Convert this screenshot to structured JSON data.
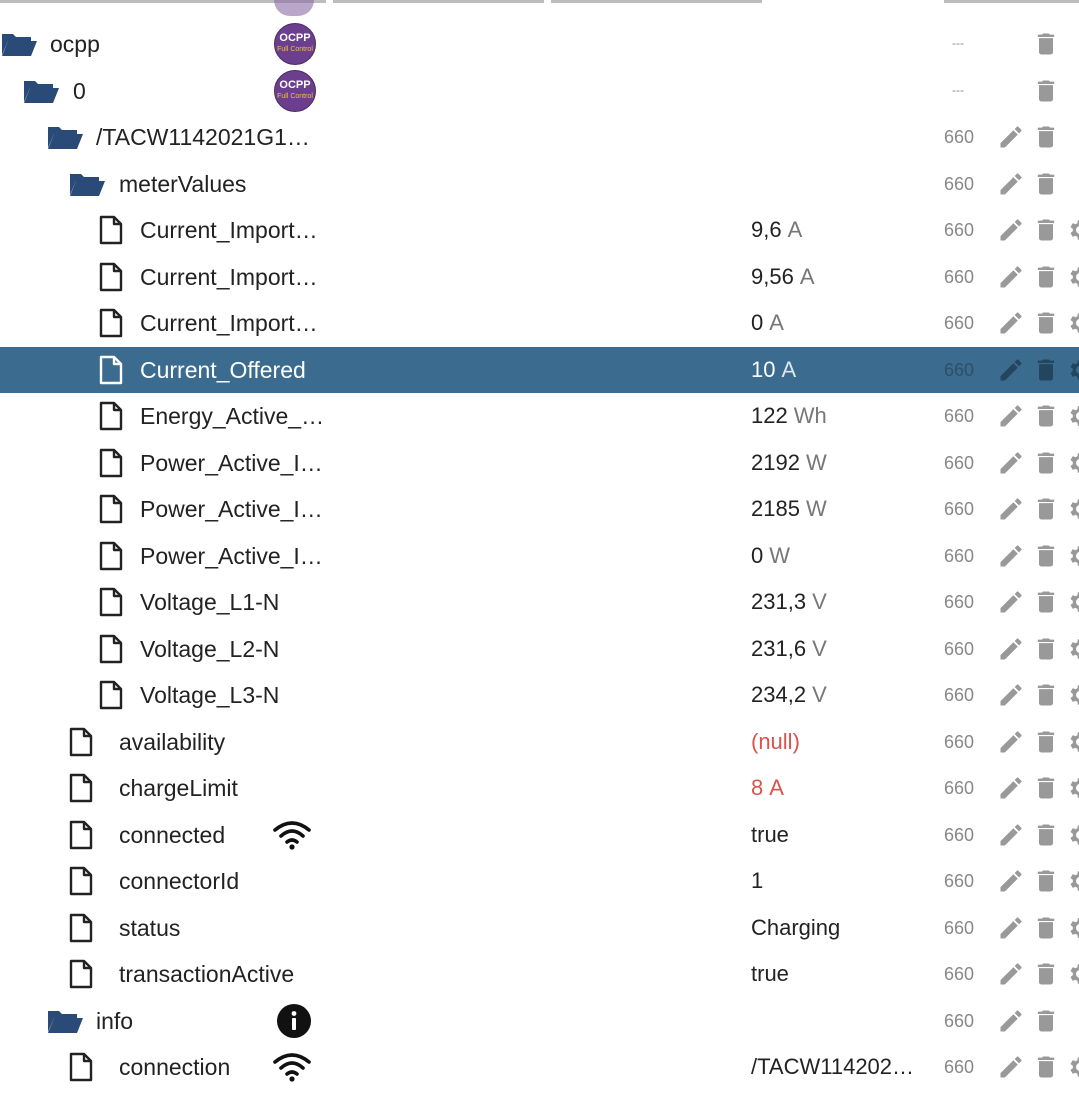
{
  "icons": {
    "folder": "folder-open-icon",
    "file": "file-icon",
    "logo": "ocpp-adapter-logo",
    "wifi": "wifi-icon",
    "info": "info-icon",
    "edit": "pencil-icon",
    "delete": "trash-icon",
    "settings": "gear-icon"
  },
  "colors": {
    "selected_bg": "#3b6b8e",
    "folder": "#2a4a77",
    "null_value": "#d9534f"
  },
  "rows": [
    {
      "name": "ocpp",
      "type": "folder",
      "level": 0,
      "acl": "---",
      "logo": true,
      "logo_text": "OCPP",
      "logo_sub": "Full Control"
    },
    {
      "name": "0",
      "type": "folder",
      "level": 1,
      "acl": "---",
      "logo": true,
      "logo_text": "OCPP",
      "logo_sub": "Full Control"
    },
    {
      "name": "/TACW1142021G1…",
      "type": "folder",
      "level": 2,
      "acl": "660"
    },
    {
      "name": "meterValues",
      "type": "folder",
      "level": 3,
      "acl": "660"
    },
    {
      "name": "Current_Import…",
      "type": "file",
      "level": 4,
      "value": "9,6",
      "unit": "A",
      "acl": "660"
    },
    {
      "name": "Current_Import…",
      "type": "file",
      "level": 4,
      "value": "9,56",
      "unit": "A",
      "acl": "660"
    },
    {
      "name": "Current_Import…",
      "type": "file",
      "level": 4,
      "value": "0",
      "unit": "A",
      "acl": "660"
    },
    {
      "name": "Current_Offered",
      "type": "file",
      "level": 4,
      "value": "10",
      "unit": "A",
      "acl": "660",
      "selected": true
    },
    {
      "name": "Energy_Active_…",
      "type": "file",
      "level": 4,
      "value": "122",
      "unit": "Wh",
      "acl": "660"
    },
    {
      "name": "Power_Active_I…",
      "type": "file",
      "level": 4,
      "value": "2192",
      "unit": "W",
      "acl": "660"
    },
    {
      "name": "Power_Active_I…",
      "type": "file",
      "level": 4,
      "value": "2185",
      "unit": "W",
      "acl": "660"
    },
    {
      "name": "Power_Active_I…",
      "type": "file",
      "level": 4,
      "value": "0",
      "unit": "W",
      "acl": "660"
    },
    {
      "name": "Voltage_L1-N",
      "type": "file",
      "level": 4,
      "value": "231,3",
      "unit": "V",
      "acl": "660"
    },
    {
      "name": "Voltage_L2-N",
      "type": "file",
      "level": 4,
      "value": "231,6",
      "unit": "V",
      "acl": "660"
    },
    {
      "name": "Voltage_L3-N",
      "type": "file",
      "level": 4,
      "value": "234,2",
      "unit": "V",
      "acl": "660"
    },
    {
      "name": "availability",
      "type": "file",
      "level": 3,
      "value": "(null)",
      "unit": "",
      "acl": "660",
      "red": true
    },
    {
      "name": "chargeLimit",
      "type": "file",
      "level": 3,
      "value": "8",
      "unit": "A",
      "acl": "660",
      "red": true
    },
    {
      "name": "connected",
      "type": "file",
      "level": 3,
      "value": "true",
      "unit": "",
      "acl": "660",
      "mid": "wifi"
    },
    {
      "name": "connectorId",
      "type": "file",
      "level": 3,
      "value": "1",
      "unit": "",
      "acl": "660"
    },
    {
      "name": "status",
      "type": "file",
      "level": 3,
      "value": "Charging",
      "unit": "",
      "acl": "660"
    },
    {
      "name": "transactionActive",
      "type": "file",
      "level": 3,
      "value": "true",
      "unit": "",
      "acl": "660"
    },
    {
      "name": "info",
      "type": "folder",
      "level": 2,
      "acl": "660",
      "mid": "info"
    },
    {
      "name": "connection",
      "type": "file",
      "level": 3,
      "value": "/TACW114202…",
      "unit": "",
      "acl": "660",
      "mid": "wifi"
    }
  ]
}
